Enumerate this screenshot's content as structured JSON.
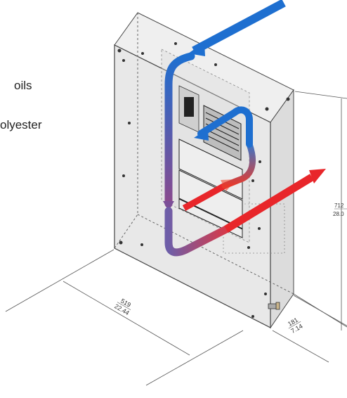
{
  "caption_lines": [
    "oils",
    "olyester"
  ],
  "dimensions": {
    "height": {
      "mm": "712",
      "in": "28.0"
    },
    "width": {
      "mm": "519",
      "in": "22.44"
    },
    "depth": {
      "mm": "181",
      "in": "7.14"
    }
  },
  "colors": {
    "cool_air": "#1e6fd0",
    "hot_air": "#e8262a",
    "enclosure": "#e6e6e6"
  }
}
